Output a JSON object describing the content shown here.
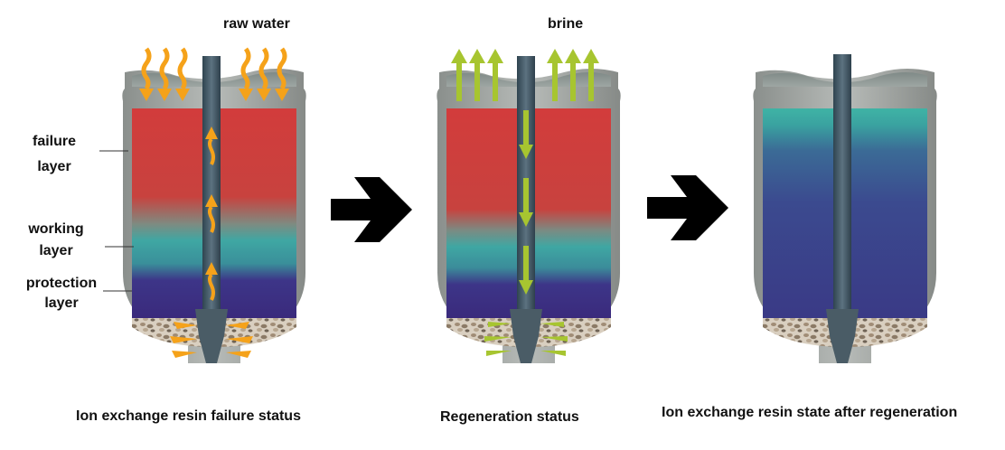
{
  "top_labels": {
    "raw_water": "raw water",
    "brine": "brine"
  },
  "layer_labels": {
    "failure": [
      "failure",
      "layer"
    ],
    "working": [
      "working",
      "layer"
    ],
    "protection": [
      "protection",
      "layer"
    ]
  },
  "captions": {
    "failure_status": "Ion exchange resin failure status",
    "regeneration_status": "Regeneration status",
    "after_regeneration": "Ion exchange resin state after regeneration"
  },
  "colors": {
    "failure_layer": "#d0453e",
    "working_layer": "#3fa6a2",
    "protection_layer": "#3a2d7e",
    "regenerated_resin": "#3a4a8e",
    "raw_water_arrows": "#f5a21a",
    "brine_arrows": "#a7c530",
    "transition_arrow": "#000000"
  },
  "icons": {
    "raw_water_arrows": "wavy-down-arrow-icon",
    "brine_arrows": "up-arrow-icon",
    "transition": "chevron-arrow-right-icon"
  }
}
